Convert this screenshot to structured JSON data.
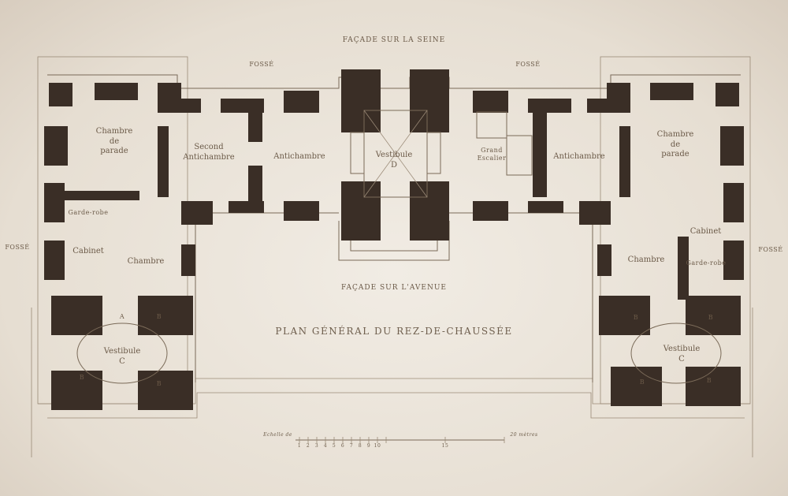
{
  "plan": {
    "title": "PLAN GÉNÉRAL DU REZ-DE-CHAUSSÉE",
    "facade_top": "FAÇADE SUR LA SEINE",
    "facade_mid": "FAÇADE SUR L'AVENUE",
    "fosse_label": "FOSSÉ",
    "rooms": {
      "chambre_parade": "Chambre\nde\nparade",
      "second_antichambre": "Second\nAntichambre",
      "antichambre": "Antichambre",
      "vestibule_d": "Vestibule\nD",
      "grand_escalier": "Grand\nEscalier",
      "garde_robe": "Garde-robe",
      "cabinet": "Cabinet",
      "chambre": "Chambre",
      "vestibule_c": "Vestibule\nC",
      "mark_a": "A",
      "mark_b": "B"
    },
    "scale": {
      "label": "Echelle de",
      "ticks": [
        "1",
        "2",
        "3",
        "4",
        "5",
        "6",
        "7",
        "8",
        "9",
        "10",
        "15"
      ],
      "end_label": "20 mètres"
    }
  },
  "colors": {
    "wall": "#3a2e26",
    "ink": "#6b5a48",
    "paper": "#ece6dd"
  }
}
